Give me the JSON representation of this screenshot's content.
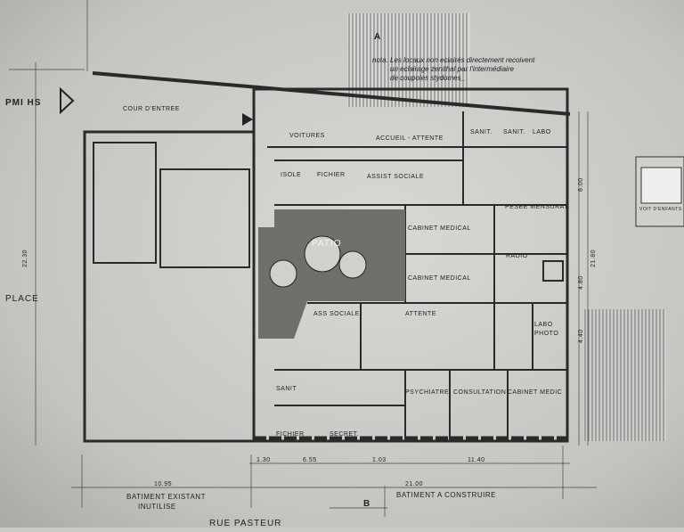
{
  "header": {
    "entry_label": "PMI HS",
    "section_a": "A",
    "section_b": "B"
  },
  "note": {
    "lines": [
      "nota. Les locaux non eclairés directement recoivent",
      "un eclairage zenithal par l'intermédiaire",
      "de coupoles stydomes_"
    ]
  },
  "rooms": {
    "cour": "COUR D'ENTREE",
    "voitures": "VOITURES",
    "accueil": "ACCUEIL - ATTENTE",
    "sanit1": "SANIT.",
    "sanit2": "SANIT.",
    "labo": "LABO",
    "isole": "ISOLE",
    "fichier1": "FICHIER",
    "assist": "ASSIST SOCIALE",
    "pesee": "PESEE MENSURAT.",
    "cab1": "CABINET MEDICAL",
    "radio": "RADIO",
    "patio": "PATIO",
    "cab2": "CABINET MEDICAL",
    "ass_sociale": "ASS SOCIALE",
    "attente": "ATTENTE",
    "labo_photo1": "LABO",
    "labo_photo2": "PHOTO",
    "sanit3": "SANIT",
    "psychiatre": "PSYCHIATRE",
    "consultation": "CONSULTATION",
    "cab3": "CABINET MEDIC",
    "fichier2": "FICHIER",
    "secret": "SECRET.",
    "voit_enfants": "VOIT D'ENFANTS",
    "place": "PLACE"
  },
  "dimensions": {
    "left_height": "22.30",
    "right_height": "21.80",
    "existing_width": "10.95",
    "new_width": "21.00",
    "d1": "1.30",
    "d2": "6.55",
    "d3": "1.03",
    "d4": "11.40",
    "r1": "8.00",
    "r2": "4.80",
    "r3": "4.40"
  },
  "footer": {
    "existing1": "BATIMENT EXISTANT",
    "existing2": "INUTILISE",
    "new": "BATIMENT A CONSTRUIRE",
    "street": "RUE PASTEUR"
  }
}
